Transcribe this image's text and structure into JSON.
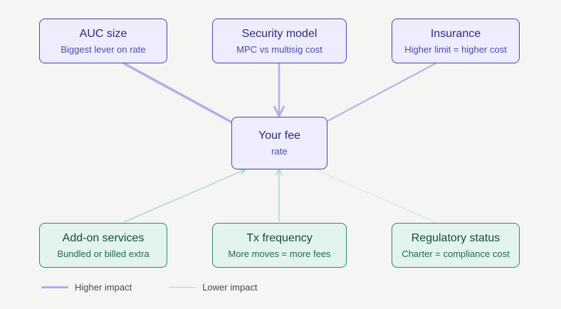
{
  "center": {
    "title": "Your fee",
    "subtitle": "rate"
  },
  "top_factors": [
    {
      "title": "AUC size",
      "subtitle": "Biggest lever on rate"
    },
    {
      "title": "Security model",
      "subtitle": "MPC vs multisig cost"
    },
    {
      "title": "Insurance",
      "subtitle": "Higher limit = higher cost"
    }
  ],
  "bottom_factors": [
    {
      "title": "Add-on services",
      "subtitle": "Bundled or billed extra"
    },
    {
      "title": "Tx frequency",
      "subtitle": "More moves = more fees"
    },
    {
      "title": "Regulatory status",
      "subtitle": "Charter = compliance cost"
    }
  ],
  "legend": {
    "high": {
      "label": "Higher impact",
      "color": "#b3aeea"
    },
    "low": {
      "label": "Lower impact",
      "color": "#a9dcc4"
    }
  }
}
